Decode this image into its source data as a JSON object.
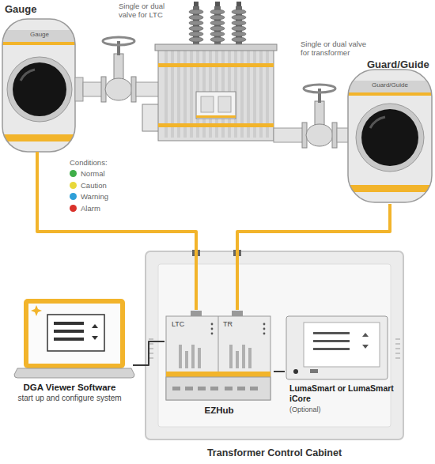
{
  "diagram": {
    "nodes": [
      {
        "text": [
          "Gauge",
          "Gauge"
        ]
      },
      {
        "text": [
          "Guard/Guide",
          "Guard/Guide"
        ]
      },
      {
        "text": [
          "DGA Viewer Software",
          "start up and configure system"
        ]
      },
      {
        "text": [
          "Transformer Control Cabinet"
        ]
      },
      {
        "text": [
          "LTC",
          "TR",
          "EZHub"
        ],
        "in": 3
      },
      {
        "text": [
          "LumaSmart or LumaSmart iCore",
          "(Optional)"
        ],
        "in": 3
      }
    ],
    "edges": [
      {
        "from": 0,
        "to": 4,
        "arrow": "none"
      },
      {
        "from": 1,
        "to": 4,
        "arrow": "none"
      },
      {
        "from": 2,
        "to": 4,
        "arrow": "none"
      },
      {
        "from": 4,
        "to": 5,
        "arrow": "none"
      }
    ],
    "labels": [
      "Single or dual valve for LTC",
      "Single or dual valve for transformer",
      "Conditions:"
    ],
    "legend": [
      {
        "text": "Normal",
        "color": "#3fae49"
      },
      {
        "text": "Caution",
        "color": "#e8d83a"
      },
      {
        "text": "Warning",
        "color": "#2e9fd8"
      },
      {
        "text": "Alarm",
        "color": "#d9312b"
      }
    ]
  }
}
